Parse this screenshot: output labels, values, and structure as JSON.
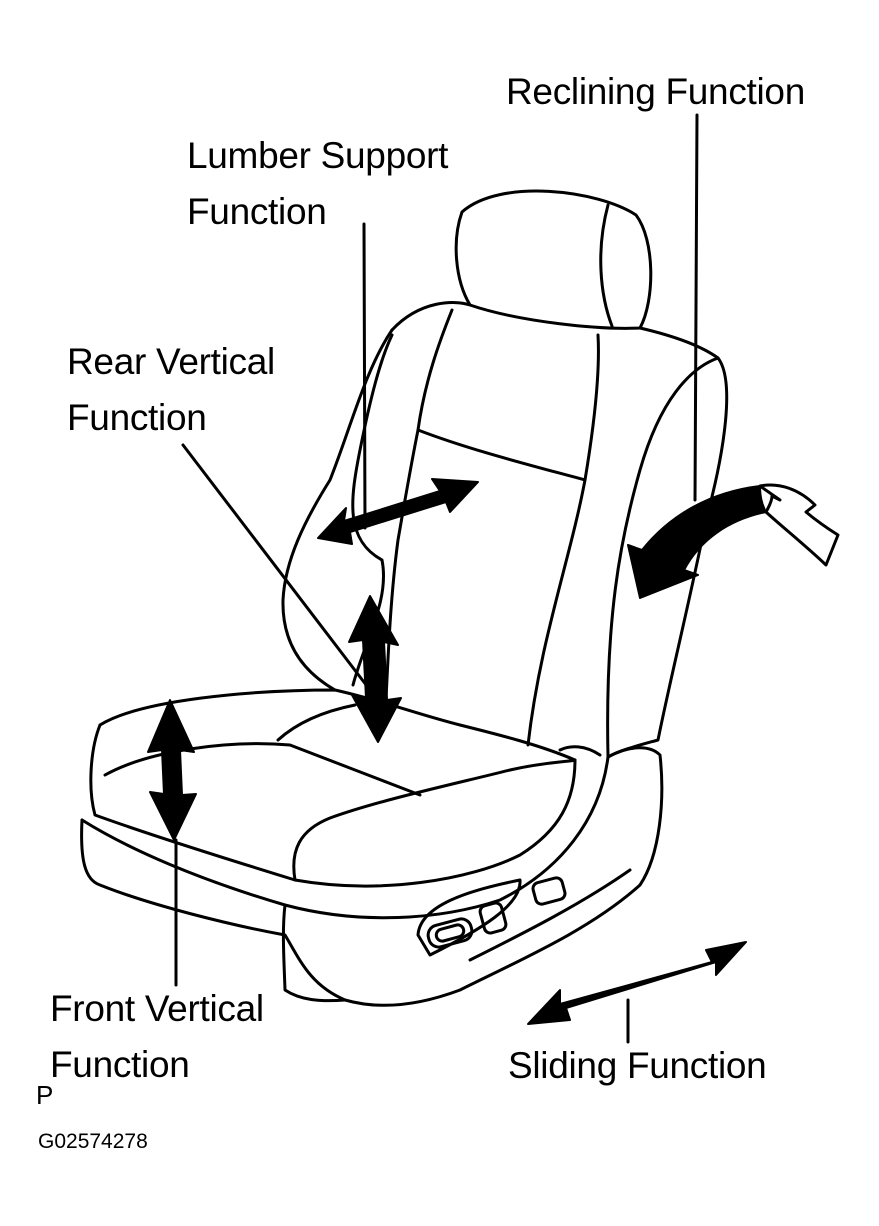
{
  "labels": {
    "reclining": "Reclining Function",
    "lumber": "Lumber Support\nFunction",
    "rear_vertical": "Rear Vertical\nFunction",
    "front_vertical": "Front Vertical\nFunction",
    "sliding": "Sliding Function"
  },
  "footer": {
    "marker": "P",
    "figure_id": "G02574278"
  },
  "colors": {
    "ink": "#000000",
    "background": "#ffffff"
  }
}
